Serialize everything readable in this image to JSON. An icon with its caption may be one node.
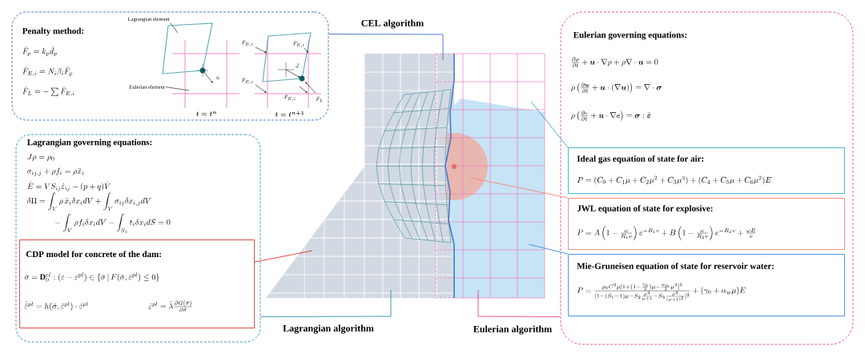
{
  "diagram": {
    "nodes": [
      {
        "text": [
          "Penalty method:",
          "\\bar{F}_p = k_p\\bar{d}_p",
          "\\bar{F}_{E,i} = N_i\\beta_i\\bar{F}_p",
          "\\bar{F}_L = -\\sum\\bar{F}_{E,i}"
        ]
      },
      {
        "text": [
          "Lagrangian element"
        ],
        "in": 0
      },
      {
        "text": [
          "Eulerian element"
        ],
        "in": 0
      },
      {
        "text": [
          "Lagrangian governing equations:",
          "J\\rho = \\rho_0",
          "\\sigma_{ij,j} + \\rho f_i = \\rho\\ddot{x}_i",
          "\\dot{E} = VS_{ij}\\dot{\\varepsilon}_{ij} - (p+q)\\dot{V}",
          "\\begin{aligned}\\delta\\Pi &= \\int_V \\rho\\,\\ddot{x}_i\\delta x_i dV + \\int_V \\sigma_{ij}\\delta x_{i,j}dV\\\\ &\\qquad - \\int_V \\rho f_i\\delta x_i dV - \\int_{S_1} t_i\\delta x_i dS = 0\\end{aligned}"
        ]
      },
      {
        "text": [
          "CDP model for concrete of the dam:",
          "\\bar{\\sigma} = \\mathbf{D}_0^{el}:(\\varepsilon - \\varepsilon^{pl}) \\in \\{\\bar{\\sigma}\\,|\\,F(\\bar{\\sigma},\\tilde{\\varepsilon}^{pl}) \\le 0\\}",
          "\\dot{\\tilde{\\varepsilon}}^{pl} = h(\\bar{\\sigma},\\tilde{\\varepsilon}^{pl})\\cdot\\dot{\\varepsilon}^{pl}",
          "\\dot{\\varepsilon}^{pl} = \\dot{\\lambda}\\frac{\\partial G(\\bar{\\sigma})}{\\partial\\bar{\\sigma}}"
        ],
        "in": 3
      },
      {
        "text": [
          "Eulerian governing equations:",
          "\\frac{\\partial\\rho}{\\partial t} + \\boldsymbol{u}\\cdot\\nabla\\rho + \\rho\\nabla\\cdot\\boldsymbol{u} = 0",
          "\\rho\\left(\\frac{\\partial\\boldsymbol{u}}{\\partial t} + \\boldsymbol{u}\\cdot(\\nabla\\boldsymbol{u})\\right) = \\nabla\\cdot\\boldsymbol{\\sigma}",
          "\\rho\\left(\\frac{\\partial e}{\\partial t} + \\boldsymbol{u}\\cdot\\nabla e\\right) = \\boldsymbol{\\sigma}:\\dot{\\boldsymbol{\\varepsilon}}"
        ]
      },
      {
        "text": [
          "Ideal gas equation of state for air:",
          "P = (C_0 + C_1\\mu + C_2\\mu^2 + C_3\\mu^3) + (C_4 + C_5\\mu + C_6\\mu^2)E"
        ],
        "in": 5
      },
      {
        "text": [
          "JWL equation of state for explosive:",
          "P = A\\left(1 - \\frac{\\omega}{R_1 v}\\right)e^{-R_1 v} + B\\left(1 - \\frac{\\omega}{R_2 v}\\right)e^{-R_2 v} + \\frac{\\omega E}{v}"
        ],
        "in": 5
      },
      {
        "text": [
          "Mie-Gruneisen equation of state for reservoir water:",
          "P = \\frac{\\rho_0 C^2\\mu[1 + (1 - \\frac{\\gamma_0}{2})\\mu - \\frac{\\alpha_w}{2}\\mu^2]^2}{[1 - (S_1 - 1)\\mu - S_2\\frac{\\mu^2}{\\mu+1} - S_3\\frac{\\mu^3}{(\\mu+1)^2}]^2} + (\\gamma_0 + \\alpha_w\\mu)E"
        ],
        "in": 5
      }
    ],
    "edges": [
      {
        "from": 0,
        "to": null,
        "arrow": "none",
        "label": "CEL algorithm",
        "color": "#3a6fc0"
      },
      {
        "from": 3,
        "to": null,
        "arrow": "none",
        "label": "Lagrangian algorithm",
        "color": "#2a90a8"
      },
      {
        "from": 5,
        "to": null,
        "arrow": "none",
        "label": "Eulerian algorithm",
        "color": "#e8408c"
      },
      {
        "from": 4,
        "to": null,
        "arrow": "none",
        "color": "#d83a30"
      },
      {
        "from": 6,
        "to": null,
        "arrow": "none",
        "color": "#30a8c8"
      },
      {
        "from": 7,
        "to": null,
        "arrow": "none",
        "color": "#f08878"
      },
      {
        "from": 8,
        "to": null,
        "arrow": "none",
        "color": "#3a8ae0"
      },
      {
        "from": 1,
        "to": null,
        "arrow": "none",
        "color": "#555555"
      },
      {
        "from": 2,
        "to": null,
        "arrow": "none",
        "color": "#555555"
      }
    ],
    "labels": [
      "\\hat{n}",
      "\\boldsymbol{t = t^{n}}",
      "\\bar{F}_{E,i}",
      "\\bar{F}_{E,i}",
      "\\bar{d}",
      "\\bar{F}_{E,i}",
      "\\bar{F}_{E,i}",
      "\\bar{F}_L",
      "\\boldsymbol{t = t^{n+1}}"
    ]
  }
}
